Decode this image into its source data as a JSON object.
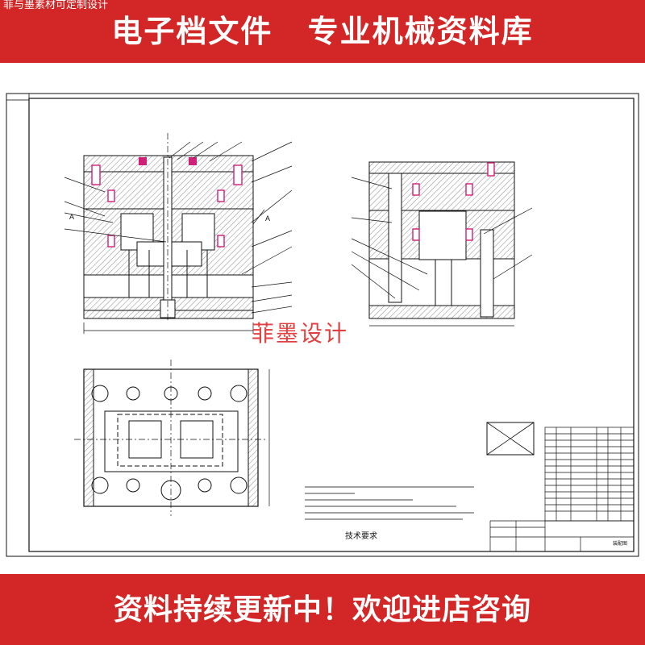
{
  "corner_watermark": "菲与墨素材可定制设计",
  "top_banner": {
    "text": "电子档文件 专业机械资料库"
  },
  "bottom_banner": {
    "text": "资料持续更新中！欢迎进店咨询"
  },
  "brand_watermark": "菲墨设计",
  "drawing": {
    "tech_requirements_title": "技术要求",
    "section_label": "A",
    "title_block_name": "装配图",
    "colors": {
      "line": "#111111",
      "screw": "#d0207a",
      "banner": "#d32626",
      "hatch": "#8a8a8a"
    }
  }
}
